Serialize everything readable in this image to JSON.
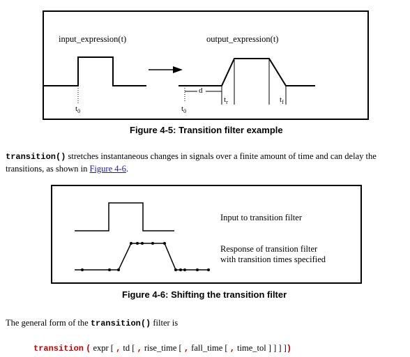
{
  "figure_4_5": {
    "input_label": "input_expression(t)",
    "output_label": "output_expression(t)",
    "t0_left": "t",
    "t0_left_sub": "0",
    "t0_right": "t",
    "t0_right_sub": "0",
    "d_label": "d",
    "tr_label": "t",
    "tr_sub": "r",
    "tf_label": "t",
    "tf_sub": "f",
    "caption": "Figure 4-5: Transition filter example"
  },
  "paragraph": {
    "keyword": "transition()",
    "text_before_link": " stretches instantaneous changes in signals over a finite amount of time and can delay the transitions, as shown in ",
    "link_text": "Figure 4-6",
    "text_after_link": "."
  },
  "figure_4_6": {
    "input_label": "Input to transition filter",
    "response_label_line1": "Response of transition filter",
    "response_label_line2": "with transition times specified",
    "caption": "Figure 4-6: Shifting the transition filter"
  },
  "general_form": {
    "text_before": "The general form of the ",
    "keyword": "transition()",
    "text_after": " filter is"
  },
  "syntax": {
    "keyword": "transition",
    "open_paren": "(",
    "args_1": "expr [",
    "comma_1": ",",
    "args_2": "td [",
    "comma_2": ",",
    "args_3": "rise_time [",
    "comma_3": ",",
    "args_4": "fall_time [",
    "comma_4": ",",
    "args_5": "time_tol ] ] ] ]",
    "close_paren": ")"
  }
}
